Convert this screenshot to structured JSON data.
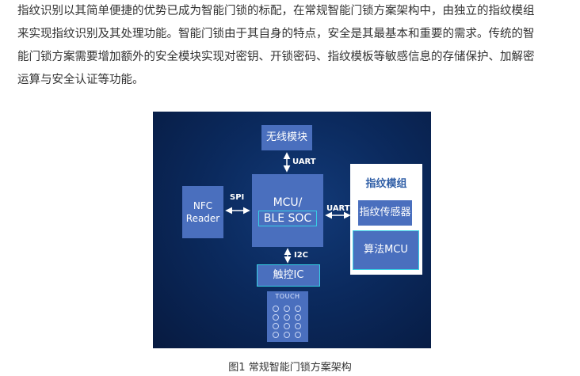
{
  "article": {
    "lines": [
      "指纹识别以其简单便捷的优势已成为智能门锁的标配，在常规智能门锁方案架构中，由独立的指纹模组",
      "来实现指纹识别及其处理功能。智能门锁由于其自身的特点，安全是其最基本和重要的需求。传统的智",
      "能门锁方案需要增加额外的安全模块实现对密钥、开锁密码、指纹模板等敏感信息的存储保护、加解密",
      "运算与安全认证等功能。"
    ]
  },
  "diagram": {
    "wireless": "无线模块",
    "nfc_line1": "NFC",
    "nfc_line2": "Reader",
    "mcu_line1": "MCU/",
    "mcu_line2": "BLE SOC",
    "touch_ic": "触控IC",
    "touch_label": "TOUCH",
    "fp_module_title": "指纹模组",
    "fp_sensor": "指纹传感器",
    "algo_mcu": "算法MCU",
    "labels": {
      "uart_top": "UART",
      "spi": "SPI",
      "uart_right": "UART",
      "i2c": "I2C"
    }
  },
  "caption": "图1 常规智能门锁方案架构"
}
